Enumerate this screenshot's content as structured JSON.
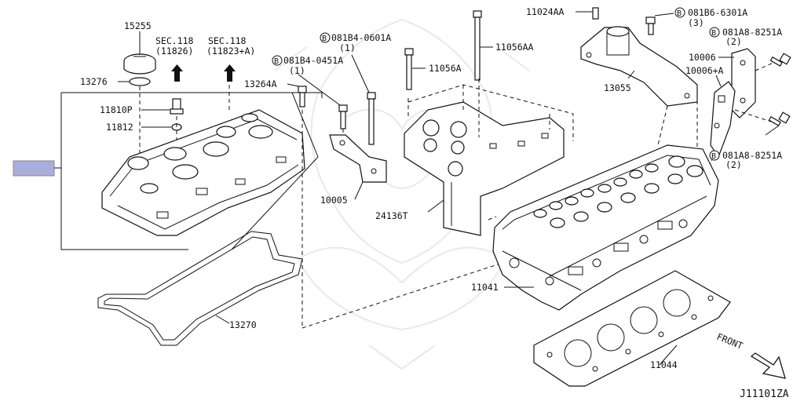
{
  "diagram": {
    "code": "J11101ZA",
    "front_label": "FRONT",
    "highlight_color": "#a9aedb",
    "labels": {
      "p15255": "15255",
      "p13276": "13276",
      "sec1": "SEC.118",
      "sec1_sub": "(11826)",
      "sec2": "SEC.118",
      "sec2_sub": "(11823+A)",
      "p11810p": "11810P",
      "p11812": "11812",
      "b0451": "081B4-0451A",
      "b0451_q": "(1)",
      "p13264a": "13264A",
      "b0601": "081B4-0601A",
      "b0601_q": "(1)",
      "p11056a": "11056A",
      "p11056aa": "11056AA",
      "p11024aa": "11024AA",
      "b6301": "081B6-6301A",
      "b6301_q": "(3)",
      "b8251_top": "081A8-8251A",
      "b8251_top_q": "(2)",
      "p10006": "10006",
      "p10006a": "10006+A",
      "p13055": "13055",
      "b8251_bot": "081A8-8251A",
      "b8251_bot_q": "(2)",
      "p10005": "10005",
      "p24136t": "24136T",
      "p11041": "11041",
      "p13270": "13270",
      "p11044": "11044",
      "b_marker": "B"
    }
  }
}
